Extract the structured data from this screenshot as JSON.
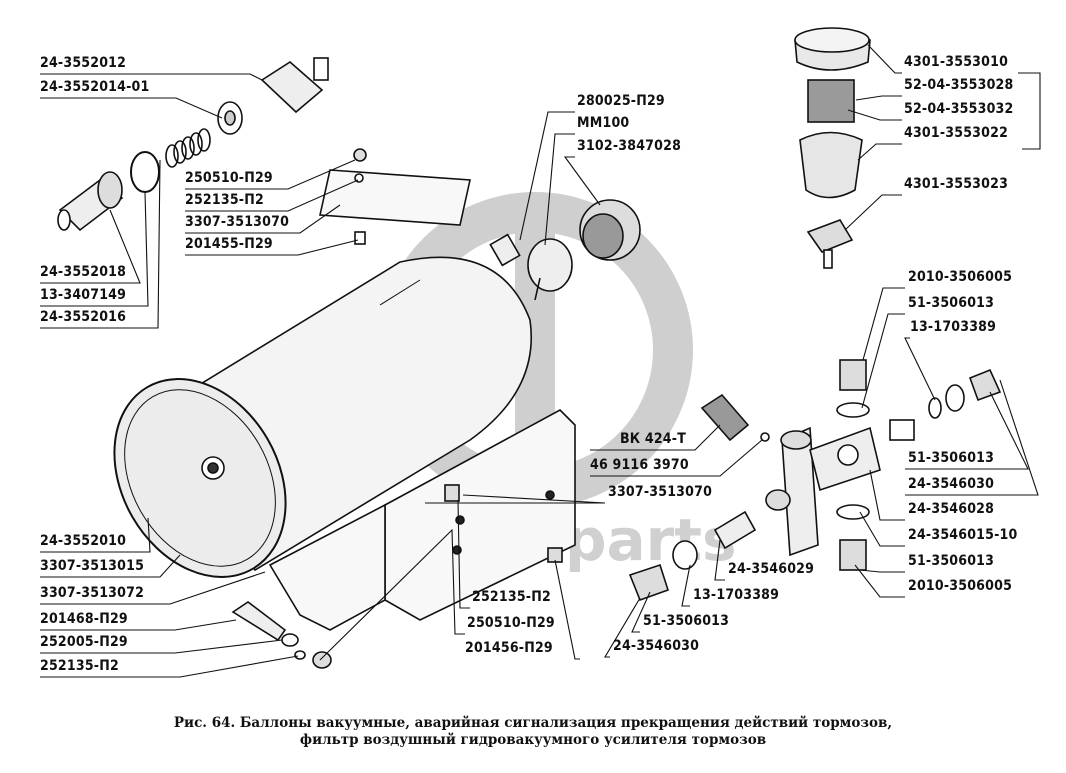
{
  "watermark": {
    "text": "data-parts",
    "color": "#d0d0d0"
  },
  "caption": {
    "line1": "Рис. 64. Баллоны вакуумные, аварийная сигнализация прекращения действий тормозов,",
    "line2": "фильтр воздушный гидровакуумного усилителя тормозов"
  },
  "labels": {
    "l01": "24-3552012",
    "l02": "24-3552014-01",
    "l03": "250510-П29",
    "l04": "252135-П2",
    "l05": "3307-3513070",
    "l06": "201455-П29",
    "l07": "24-3552018",
    "l08": "13-3407149",
    "l09": "24-3552016",
    "l10": "280025-П29",
    "l11": "ММ100",
    "l12": "3102-3847028",
    "l13": "4301-3553010",
    "l14": "52-04-3553028",
    "l15": "52-04-3553032",
    "l16": "4301-3553022",
    "l17": "4301-3553023",
    "l18": "2010-3506005",
    "l19": "51-3506013",
    "l20": "13-1703389",
    "l21": "ВК 424-Т",
    "l22": "46 9116 3970",
    "l23": "3307-3513070",
    "l24": "51-3506013",
    "l25": "24-3546030",
    "l26": "24-3546028",
    "l27": "24-3546015-10",
    "l28": "51-3506013",
    "l29": "2010-3506005",
    "l30": "24-3546029",
    "l31": "13-1703389",
    "l32": "51-3506013",
    "l33": "24-3546030",
    "l34": "24-3552010",
    "l35": "3307-3513015",
    "l36": "3307-3513072",
    "l37": "201468-П29",
    "l38": "252005-П29",
    "l39": "252135-П2",
    "l40": "252135-П2",
    "l41": "250510-П29",
    "l42": "201456-П29"
  }
}
